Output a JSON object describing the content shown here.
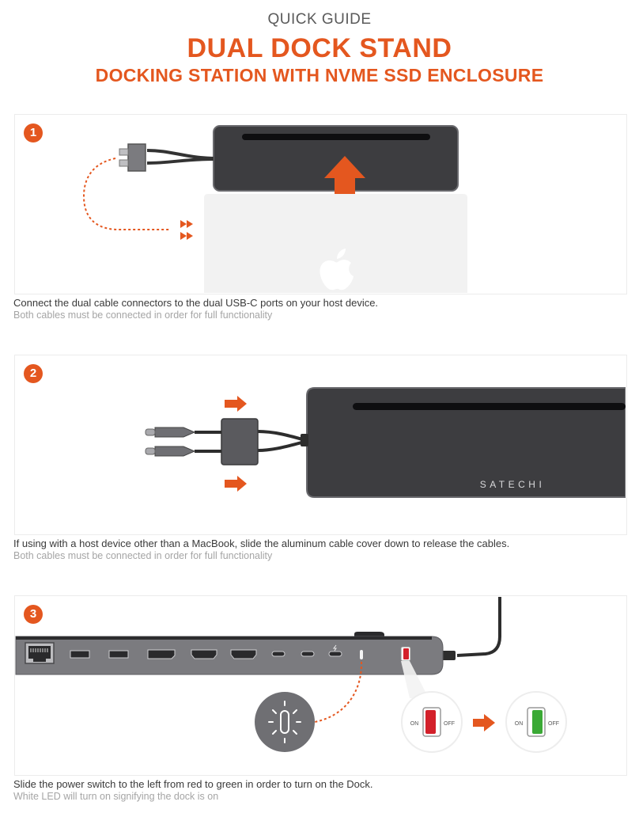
{
  "header": {
    "kicker": "QUICK GUIDE",
    "title": "DUAL DOCK STAND",
    "subtitle": "DOCKING STATION WITH NVME SSD ENCLOSURE"
  },
  "steps": [
    {
      "number": "1",
      "caption": "Connect the dual cable connectors to the dual USB-C ports on your host device.",
      "note": "Both cables must be connected in order for full functionality"
    },
    {
      "number": "2",
      "caption": "If using with a host device other than a MacBook, slide the aluminum cable cover down to release the cables.",
      "note": "Both cables must be connected in order for full functionality",
      "brand": "SATECHI"
    },
    {
      "number": "3",
      "caption": "Slide the power switch to the left from red to green in order to turn on the Dock.",
      "note": "White LED will turn on signifying the dock is on",
      "switch_on": "ON",
      "switch_off": "OFF"
    }
  ],
  "colors": {
    "accent": "#e4571f",
    "dock": "#3d3d40",
    "switch_off": "#d3202a",
    "switch_on": "#3aa935"
  },
  "icons": [
    "apple-logo-icon",
    "arrow-up-icon",
    "arrow-right-icon",
    "led-light-icon",
    "ethernet-port-icon"
  ]
}
